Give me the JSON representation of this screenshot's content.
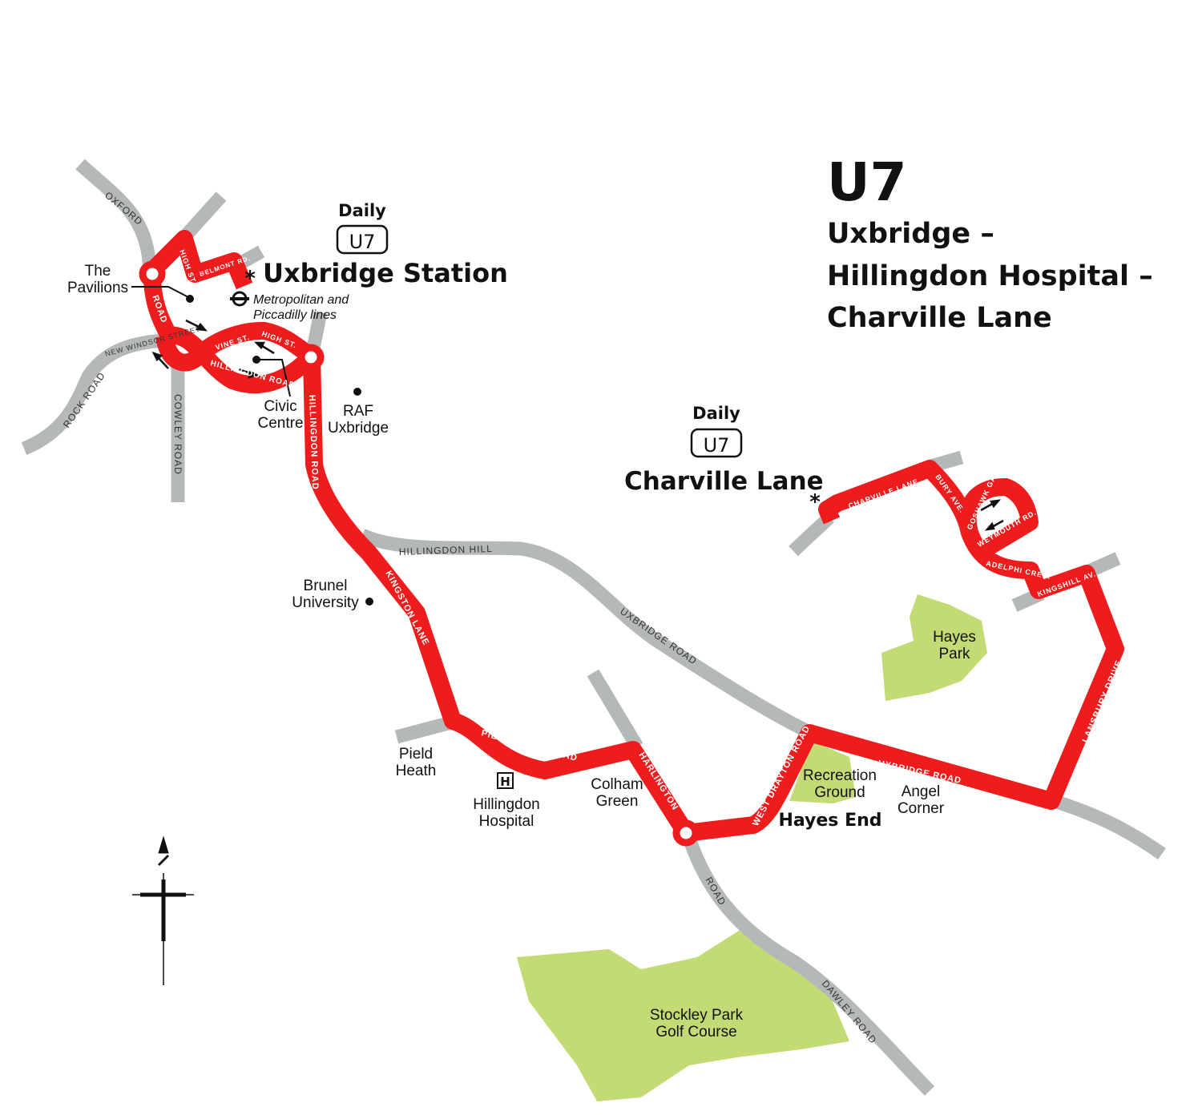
{
  "title": {
    "route": "U7",
    "line1": "Uxbridge –",
    "line2": "Hillingdon Hospital –",
    "line3": "Charville Lane"
  },
  "terminals": [
    {
      "frequency": "Daily",
      "badge": "U7",
      "name": "Uxbridge Station",
      "note_line1": "Metropolitan and",
      "note_line2": "Piccadilly lines"
    },
    {
      "frequency": "Daily",
      "badge": "U7",
      "name": "Charville Lane"
    }
  ],
  "places": {
    "pavilions": [
      "The",
      "Pavilions"
    ],
    "civic": [
      "Civic",
      "Centre"
    ],
    "raf": [
      "RAF",
      "Uxbridge"
    ],
    "brunel": [
      "Brunel",
      "University"
    ],
    "pield": [
      "Pield",
      "Heath"
    ],
    "hospital": [
      "Hillingdon",
      "Hospital"
    ],
    "colham": [
      "Colham",
      "Green"
    ],
    "recreation": [
      "Recreation",
      "Ground"
    ],
    "hayes_end": "Hayes End",
    "angel": [
      "Angel",
      "Corner"
    ],
    "hayes_park": [
      "Hayes",
      "Park"
    ],
    "stockley": [
      "Stockley Park",
      "Golf Course"
    ],
    "hospital_symbol": "H"
  },
  "roads": {
    "oxford": "OXFORD",
    "rock_road": "ROCK   ROAD",
    "new_windsor": "NEW WINDSOR STREET",
    "cowley": "COWLEY   ROAD",
    "hillingdon_hill": "HILLINGDON   HILL",
    "uxbridge_road_grey": "UXBRIDGE   ROAD",
    "dawley": "DAWLEY   ROAD",
    "road_west": "ROAD"
  },
  "route_roads": {
    "high_st": "HIGH ST.",
    "belmont": "BELMONT RD.",
    "road": "ROAD",
    "vine_st": "VINE ST.",
    "high_st2": "HIGH ST.",
    "hillingdon_road": "HILLINGDON  ROAD",
    "hillingdon_road2": "HILLINGDON  ROAD",
    "kingston_lane": "KINGSTON  LANE",
    "pield_heath_road": "PIELD  HEATH  ROAD",
    "harlington": "HARLINGTON",
    "west_drayton": "WEST  DRAYTON  ROAD",
    "uxbridge_road": "UXBRIDGE   ROAD",
    "lansbury": "LANSBURY  DRIVE",
    "kingshill": "KINGSHILL AV.",
    "adelphi": "ADELPHI CRES.",
    "weymouth": "WEYMOUTH RD.",
    "goshawk": "GOSHAWK  GARDENS",
    "bury": "BURY AVE.",
    "charville": "CHARVILLE  LANE"
  },
  "colors": {
    "route": "#ee1c1c",
    "road": "#b4b8b8",
    "park": "#c2db74"
  }
}
